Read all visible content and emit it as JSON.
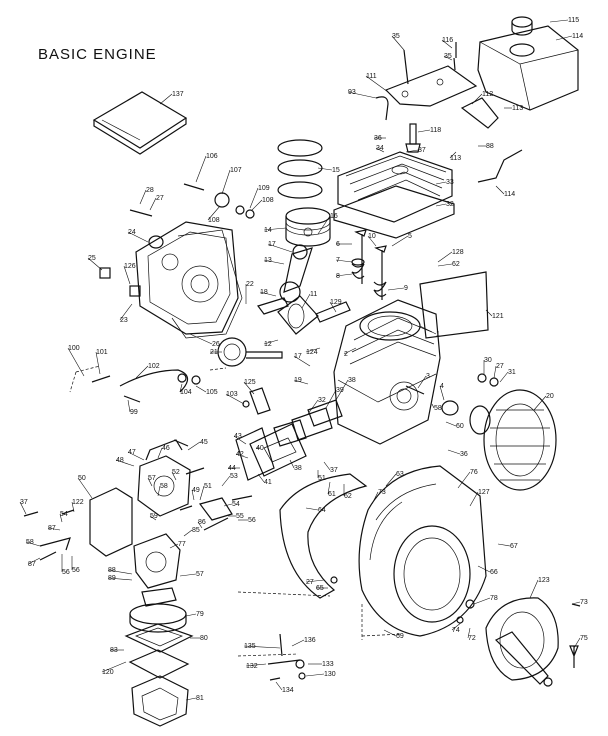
{
  "title": "BASIC ENGINE",
  "callouts": [
    {
      "id": "c115",
      "text": "115"
    },
    {
      "id": "c114a",
      "text": "114"
    },
    {
      "id": "c35a",
      "text": "35"
    },
    {
      "id": "c116",
      "text": "116"
    },
    {
      "id": "c35b",
      "text": "35"
    },
    {
      "id": "c111",
      "text": "111"
    },
    {
      "id": "c93",
      "text": "93"
    },
    {
      "id": "c112",
      "text": "112"
    },
    {
      "id": "c113a",
      "text": "113"
    },
    {
      "id": "c118",
      "text": "118"
    },
    {
      "id": "c36a",
      "text": "36"
    },
    {
      "id": "c34",
      "text": "34"
    },
    {
      "id": "c37a",
      "text": "37"
    },
    {
      "id": "c113b",
      "text": "113"
    },
    {
      "id": "c88",
      "text": "88"
    },
    {
      "id": "c137",
      "text": "137"
    },
    {
      "id": "c106",
      "text": "106"
    },
    {
      "id": "c107",
      "text": "107"
    },
    {
      "id": "c15",
      "text": "15"
    },
    {
      "id": "c33",
      "text": "33"
    },
    {
      "id": "c32",
      "text": "32"
    },
    {
      "id": "c114b",
      "text": "114"
    },
    {
      "id": "c28",
      "text": "28"
    },
    {
      "id": "c27a",
      "text": "27"
    },
    {
      "id": "c109",
      "text": "109"
    },
    {
      "id": "c108a",
      "text": "108"
    },
    {
      "id": "c108b",
      "text": "108"
    },
    {
      "id": "c14",
      "text": "14"
    },
    {
      "id": "c16",
      "text": "16"
    },
    {
      "id": "c24",
      "text": "24"
    },
    {
      "id": "c17a",
      "text": "17"
    },
    {
      "id": "c13",
      "text": "13"
    },
    {
      "id": "c6",
      "text": "6"
    },
    {
      "id": "c10",
      "text": "10"
    },
    {
      "id": "c5",
      "text": "5"
    },
    {
      "id": "c128",
      "text": "128"
    },
    {
      "id": "c62",
      "text": "62"
    },
    {
      "id": "c7",
      "text": "7"
    },
    {
      "id": "c8",
      "text": "8"
    },
    {
      "id": "c9",
      "text": "9"
    },
    {
      "id": "c25",
      "text": "25"
    },
    {
      "id": "c126",
      "text": "126"
    },
    {
      "id": "c18",
      "text": "18"
    },
    {
      "id": "c22",
      "text": "22"
    },
    {
      "id": "c11",
      "text": "11"
    },
    {
      "id": "c129",
      "text": "129"
    },
    {
      "id": "c121",
      "text": "121"
    },
    {
      "id": "c23",
      "text": "23"
    },
    {
      "id": "c26",
      "text": "26"
    },
    {
      "id": "c1",
      "text": "1"
    },
    {
      "id": "c12",
      "text": "12"
    },
    {
      "id": "c124",
      "text": "124"
    },
    {
      "id": "c2",
      "text": "2"
    },
    {
      "id": "c21",
      "text": "21"
    },
    {
      "id": "c100",
      "text": "100"
    },
    {
      "id": "c101",
      "text": "101"
    },
    {
      "id": "c102",
      "text": "102"
    },
    {
      "id": "c17b",
      "text": "17"
    },
    {
      "id": "c19",
      "text": "19"
    },
    {
      "id": "c104",
      "text": "104"
    },
    {
      "id": "c105",
      "text": "105"
    },
    {
      "id": "c125",
      "text": "125"
    },
    {
      "id": "c103",
      "text": "103"
    },
    {
      "id": "c99",
      "text": "99"
    },
    {
      "id": "c38a",
      "text": "38"
    },
    {
      "id": "c39a",
      "text": "39"
    },
    {
      "id": "c32b",
      "text": "32"
    },
    {
      "id": "c30",
      "text": "30"
    },
    {
      "id": "c27b",
      "text": "27"
    },
    {
      "id": "c31",
      "text": "31"
    },
    {
      "id": "c20",
      "text": "20"
    },
    {
      "id": "c3",
      "text": "3"
    },
    {
      "id": "c4",
      "text": "4"
    },
    {
      "id": "c58a",
      "text": "58"
    },
    {
      "id": "c60",
      "text": "60"
    },
    {
      "id": "c43",
      "text": "43"
    },
    {
      "id": "c42",
      "text": "42"
    },
    {
      "id": "c40",
      "text": "40"
    },
    {
      "id": "c44",
      "text": "44"
    },
    {
      "id": "c41",
      "text": "41"
    },
    {
      "id": "c36b",
      "text": "36"
    },
    {
      "id": "c47",
      "text": "47"
    },
    {
      "id": "c46",
      "text": "46"
    },
    {
      "id": "c45",
      "text": "45"
    },
    {
      "id": "c48",
      "text": "48"
    },
    {
      "id": "c52",
      "text": "52"
    },
    {
      "id": "c38b",
      "text": "38"
    },
    {
      "id": "c37b",
      "text": "37"
    },
    {
      "id": "c51",
      "text": "51"
    },
    {
      "id": "c50",
      "text": "50"
    },
    {
      "id": "c53",
      "text": "53"
    },
    {
      "id": "c61",
      "text": "61"
    },
    {
      "id": "c62b",
      "text": "62"
    },
    {
      "id": "c63",
      "text": "63"
    },
    {
      "id": "c57a",
      "text": "57"
    },
    {
      "id": "c58b",
      "text": "58"
    },
    {
      "id": "c76",
      "text": "76"
    },
    {
      "id": "c51b",
      "text": "51"
    },
    {
      "id": "c54a",
      "text": "54"
    },
    {
      "id": "c127",
      "text": "127"
    },
    {
      "id": "c37c",
      "text": "37"
    },
    {
      "id": "c122",
      "text": "122"
    },
    {
      "id": "c49",
      "text": "49"
    },
    {
      "id": "c55",
      "text": "55"
    },
    {
      "id": "c56a",
      "text": "56"
    },
    {
      "id": "c73a",
      "text": "73"
    },
    {
      "id": "c54b",
      "text": "54"
    },
    {
      "id": "c59",
      "text": "59"
    },
    {
      "id": "c86",
      "text": "86"
    },
    {
      "id": "c87a",
      "text": "87"
    },
    {
      "id": "c64",
      "text": "64"
    },
    {
      "id": "c67",
      "text": "67"
    },
    {
      "id": "c58c",
      "text": "58"
    },
    {
      "id": "c56b",
      "text": "56"
    },
    {
      "id": "c77",
      "text": "77"
    },
    {
      "id": "c87b",
      "text": "87"
    },
    {
      "id": "c56c",
      "text": "56"
    },
    {
      "id": "c85",
      "text": "85"
    },
    {
      "id": "c66",
      "text": "66"
    },
    {
      "id": "c88b",
      "text": "88"
    },
    {
      "id": "c57b",
      "text": "57"
    },
    {
      "id": "c89",
      "text": "89"
    },
    {
      "id": "c27c",
      "text": "27"
    },
    {
      "id": "c65",
      "text": "65"
    },
    {
      "id": "c78",
      "text": "78"
    },
    {
      "id": "c123",
      "text": "123"
    },
    {
      "id": "c73b",
      "text": "73"
    },
    {
      "id": "c79",
      "text": "79"
    },
    {
      "id": "c74",
      "text": "74"
    },
    {
      "id": "c72",
      "text": "72"
    },
    {
      "id": "c80",
      "text": "80"
    },
    {
      "id": "c69",
      "text": "69"
    },
    {
      "id": "c75",
      "text": "75"
    },
    {
      "id": "c83",
      "text": "83"
    },
    {
      "id": "c135",
      "text": "135"
    },
    {
      "id": "c136",
      "text": "136"
    },
    {
      "id": "c120",
      "text": "120"
    },
    {
      "id": "c132",
      "text": "132"
    },
    {
      "id": "c133",
      "text": "133"
    },
    {
      "id": "c130",
      "text": "130"
    },
    {
      "id": "c134",
      "text": "134"
    },
    {
      "id": "c81",
      "text": "81"
    }
  ]
}
